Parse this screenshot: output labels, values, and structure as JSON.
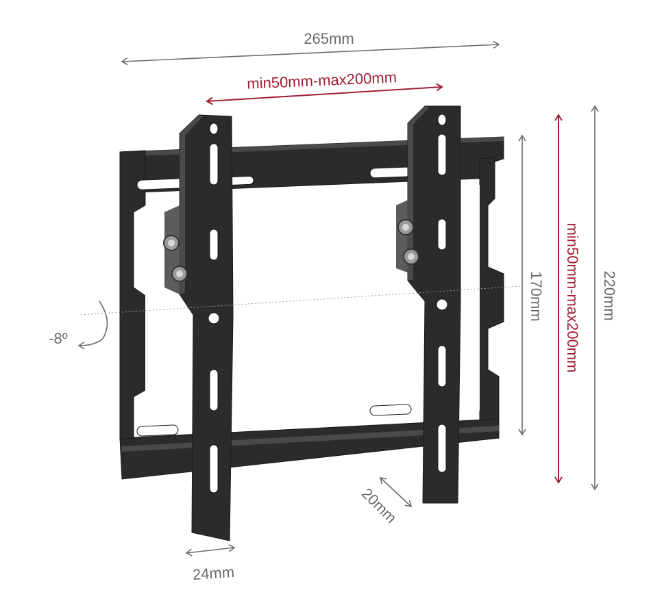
{
  "dimensions": {
    "width_total": "265mm",
    "vesa_horizontal": "min50mm-max200mm",
    "height_frame": "170mm",
    "vesa_vertical": "min50mm-max200mm",
    "height_total": "220mm",
    "depth": "20mm",
    "arm_width": "24mm",
    "tilt": "-8º"
  },
  "colors": {
    "dimension_gray": "#6b6b6b",
    "vesa_red": "#a01e33",
    "metal": "#2b2b2d"
  }
}
